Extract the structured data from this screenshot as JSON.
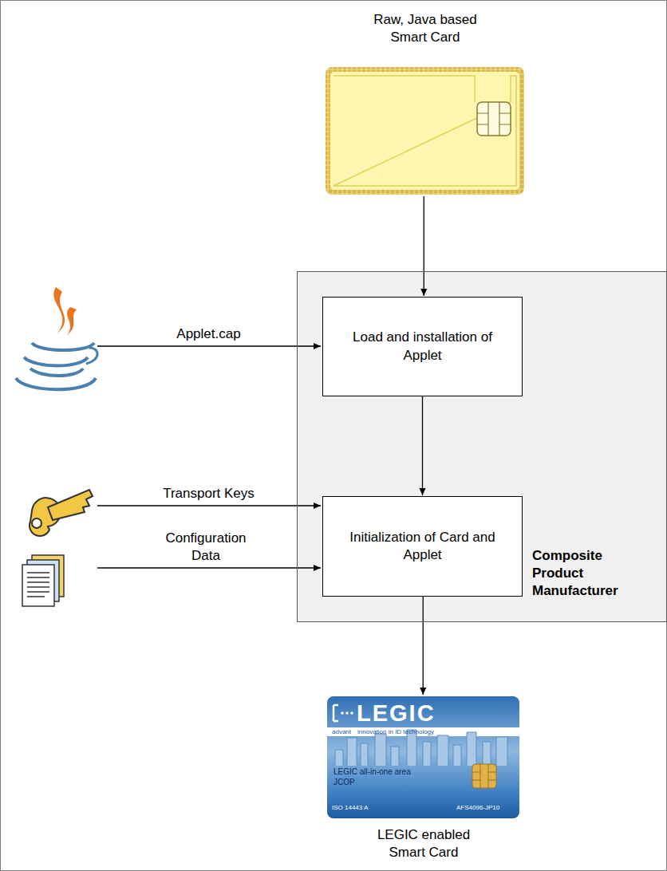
{
  "diagram": {
    "nodes": [
      {
        "text": [
          "Raw, Java based Smart Card"
        ]
      },
      {
        "text": [
          "Composite Product Manufacturer"
        ]
      },
      {
        "text": [
          "Load and installation of Applet"
        ],
        "in": 1
      },
      {
        "text": [
          "Initialization of Card and Applet"
        ],
        "in": 1
      },
      {
        "text": [
          "LEGIC enabled Smart Card"
        ]
      }
    ],
    "edges": [
      {
        "from": 0,
        "to": 2,
        "arrow": "to"
      },
      {
        "from": 2,
        "to": 3,
        "arrow": "to"
      },
      {
        "from": 3,
        "to": 4,
        "arrow": "to"
      }
    ],
    "labels": [
      "Applet.cap",
      "Transport Keys",
      "Configuration Data",
      "LEGIC",
      "advant",
      "innovation in ID technology",
      "LEGIC all-in-one area",
      "JCOP",
      "ISO 14443 A",
      "AFS4096-JP10"
    ]
  }
}
